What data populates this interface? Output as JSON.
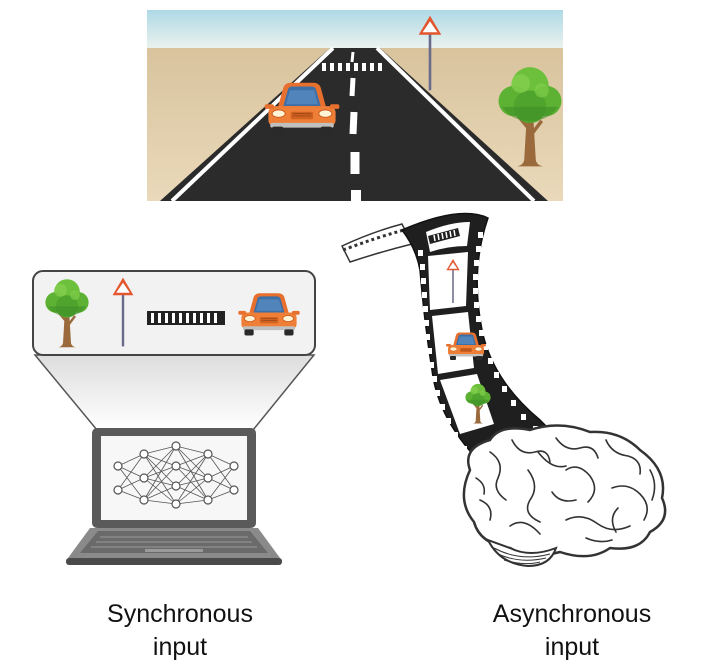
{
  "captions": {
    "synchronous": {
      "line1": "Synchronous",
      "line2": "input"
    },
    "asynchronous": {
      "line1": "Asynchronous",
      "line2": "input"
    }
  },
  "scene": {
    "elements": [
      "road",
      "car",
      "warning-sign",
      "tree",
      "crosswalk"
    ]
  },
  "colors": {
    "sky": "#cfe7ee",
    "sand": "#dcc9a6",
    "road": "#2b2b2b",
    "car": "#ec7d3a",
    "sign_border": "#e2552d",
    "tree_leaf": "#5db234",
    "trunk": "#9a6a3c",
    "laptop": "#555555",
    "brain_outline": "#333333"
  },
  "icons": [
    "car-icon",
    "tree-icon",
    "warning-sign-icon",
    "crosswalk-icon",
    "neural-network-icon",
    "brain-icon",
    "film-strip-icon",
    "laptop-icon"
  ]
}
